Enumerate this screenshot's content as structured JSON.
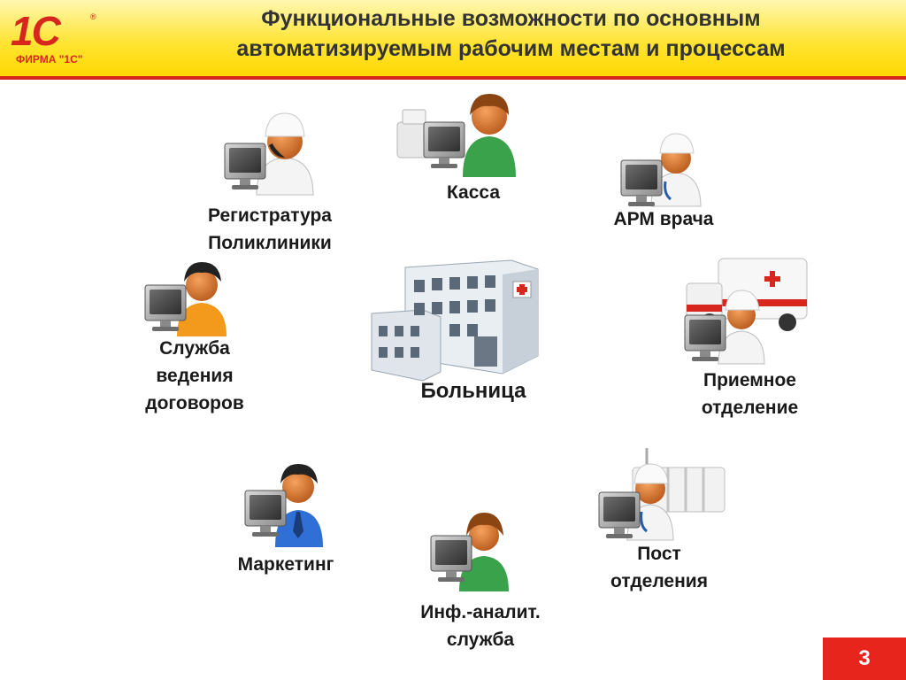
{
  "header": {
    "logo_brand": "1С",
    "logo_firm": "ФИРМА \"1С\"",
    "logo_reg": "®",
    "title_line1": "Функциональные возможности по основным",
    "title_line2": "автоматизируемым рабочим местам и процессам"
  },
  "center": {
    "label": "Больница"
  },
  "stations": {
    "registratura": {
      "line1": "Регистратура",
      "line2": "Поликлиники"
    },
    "kassa": {
      "line1": "Касса"
    },
    "arm_vracha": {
      "line1": "АРМ врача"
    },
    "sluzhba": {
      "line1": "Служба",
      "line2": "ведения",
      "line3": "договоров"
    },
    "priemnoe": {
      "line1": "Приемное",
      "line2": "отделение"
    },
    "marketing": {
      "line1": "Маркетинг"
    },
    "inf_analit": {
      "line1": "Инф.-аналит.",
      "line2": "служба"
    },
    "post": {
      "line1": "Пост",
      "line2": "отделения"
    }
  },
  "page_number": "3",
  "colors": {
    "accent_red": "#d7261e",
    "header_yellow": "#ffe433"
  }
}
